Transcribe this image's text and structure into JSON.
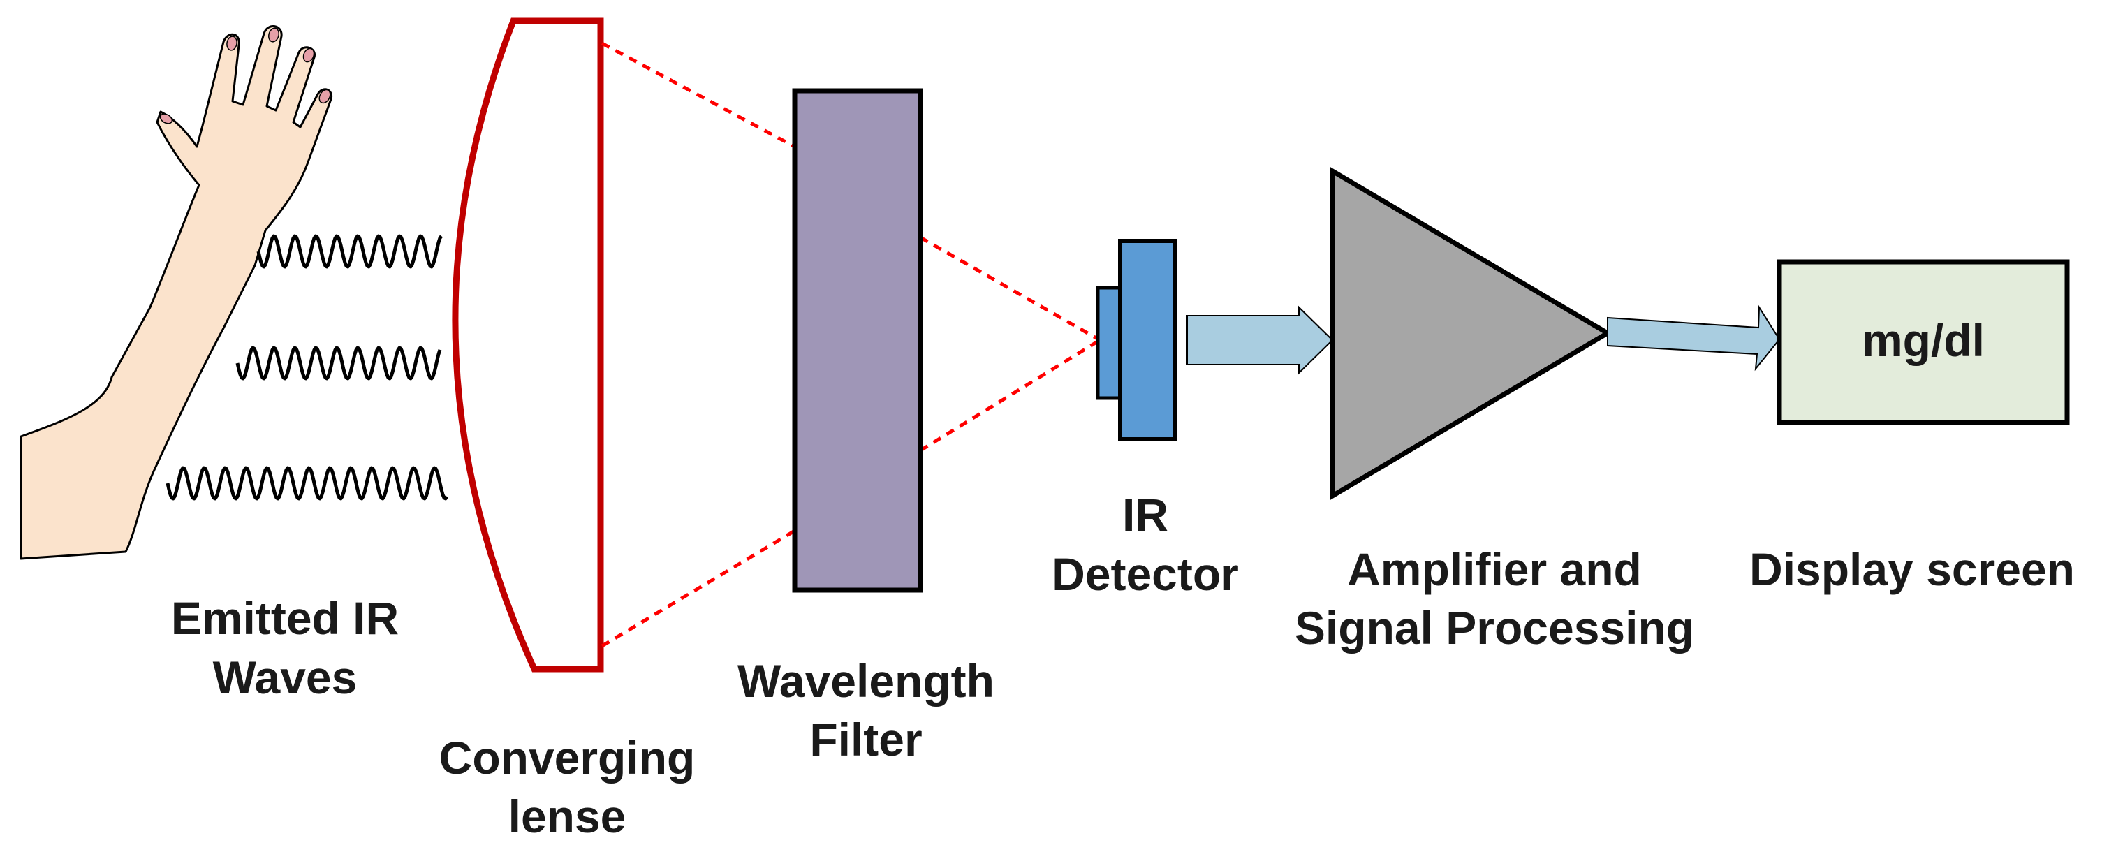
{
  "labels": {
    "emitted_ir_line1": "Emitted IR",
    "emitted_ir_line2": "Waves",
    "lens_line1": "Converging",
    "lens_line2": "lense",
    "filter_line1": "Wavelength",
    "filter_line2": "Filter",
    "detector_line1": "IR",
    "detector_line2": "Detector",
    "amplifier_line1": "Amplifier and",
    "amplifier_line2": "Signal Processing",
    "display_label": "Display screen"
  },
  "display_screen": {
    "reading_unit": "mg/dl"
  },
  "colors": {
    "skin": "#fbe3cc",
    "lens_outline": "#c00000",
    "beam_dotted": "#ff0000",
    "filter_fill": "#9f96b7",
    "detector_fill": "#5b9bd5",
    "arrow_fill": "#a9cde0",
    "amplifier_fill": "#a6a6a6",
    "screen_fill": "#e3ecdb"
  }
}
